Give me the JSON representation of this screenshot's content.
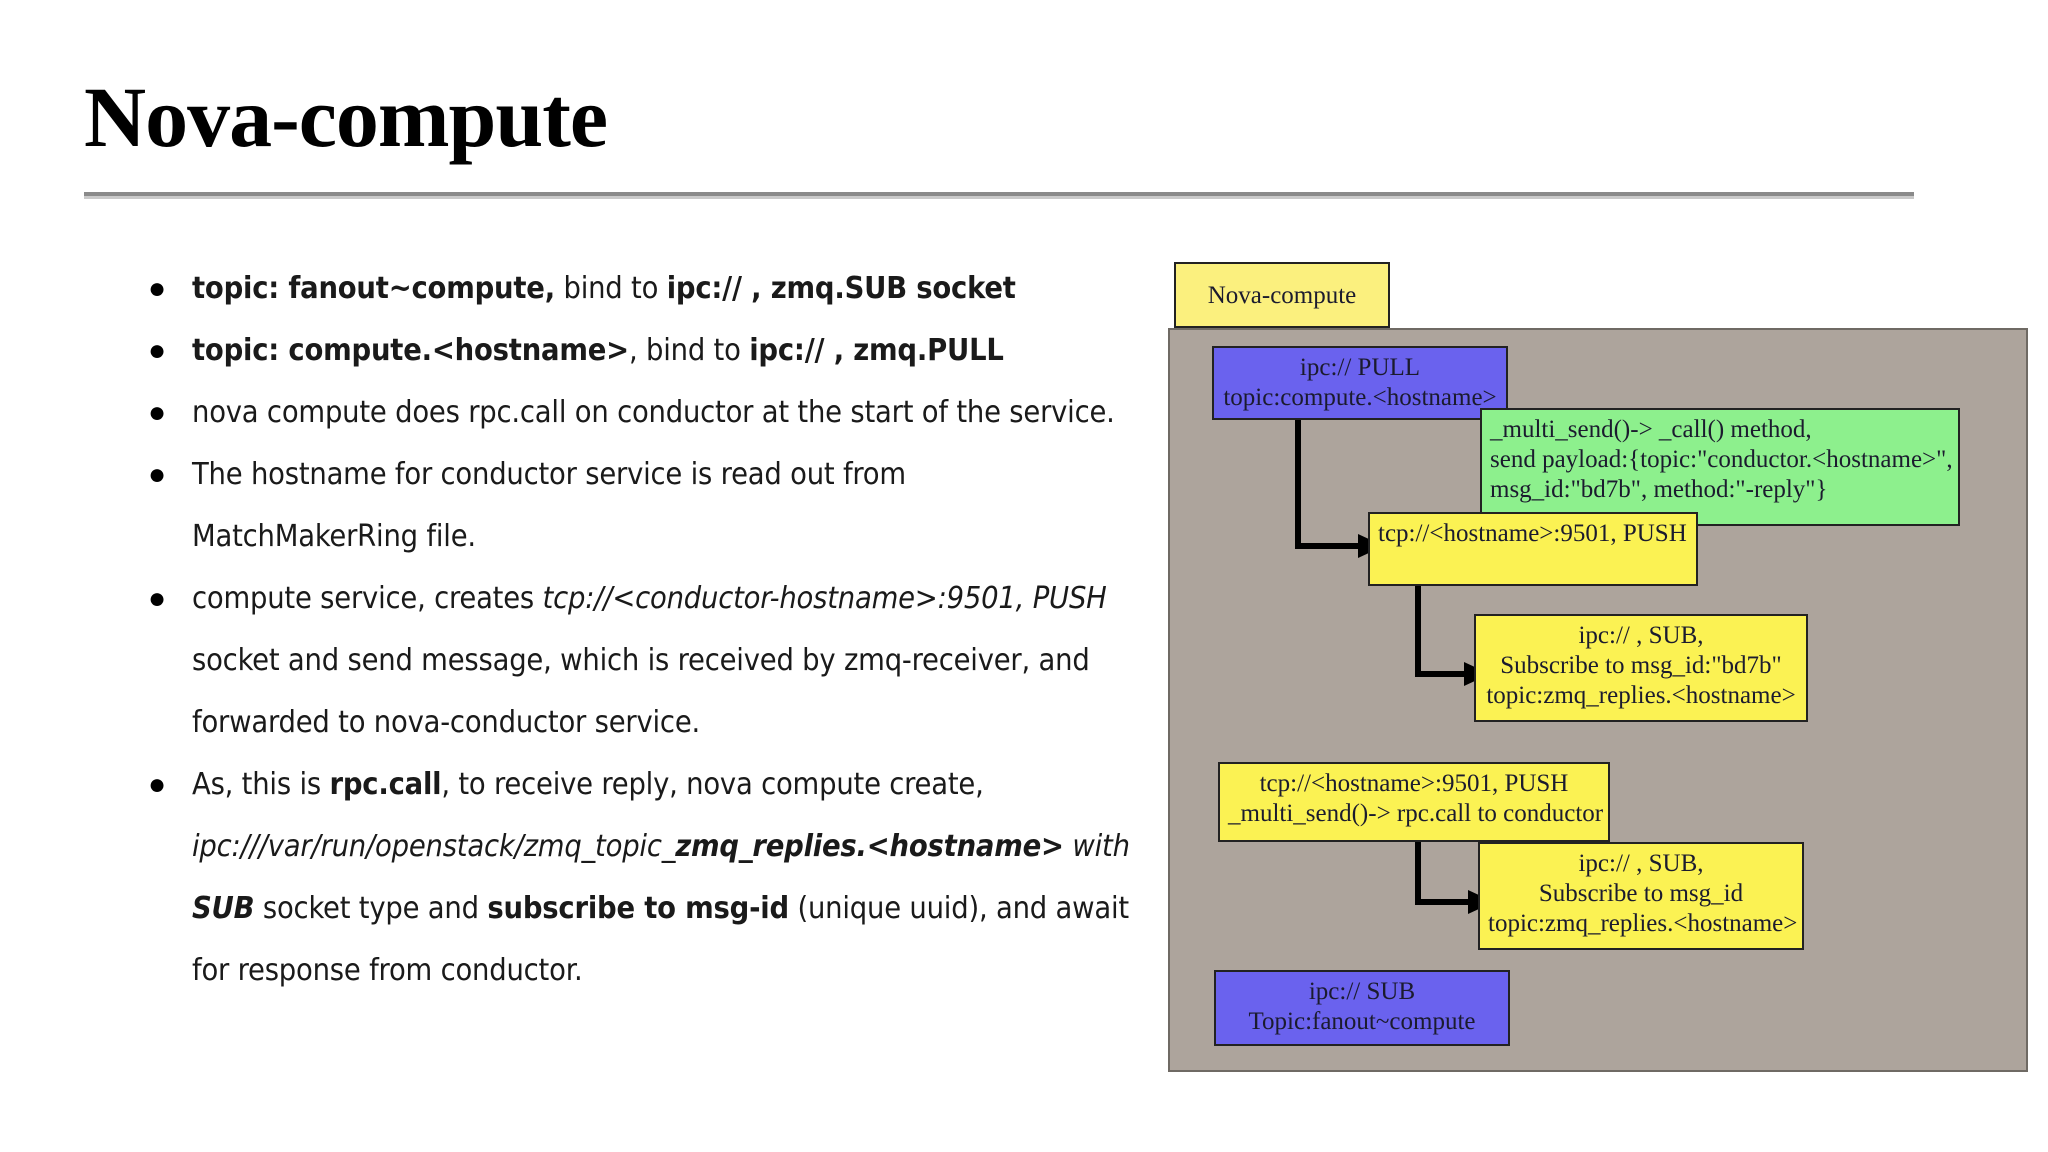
{
  "slide": {
    "title": "Nova-compute"
  },
  "bullets": [
    {
      "id": "bullet-topic-fanout",
      "segments": [
        {
          "text": "topic: fanout~compute,",
          "style": "bold"
        },
        {
          "text": " bind to ",
          "style": "normal"
        },
        {
          "text": "ipc:// , zmq.SUB socket",
          "style": "bold"
        }
      ]
    },
    {
      "id": "bullet-topic-compute",
      "segments": [
        {
          "text": "topic: compute.<hostname>",
          "style": "bold"
        },
        {
          "text": ", bind to ",
          "style": "normal"
        },
        {
          "text": "ipc:// , zmq.PULL",
          "style": "bold"
        }
      ]
    },
    {
      "id": "bullet-rpc-call-start",
      "segments": [
        {
          "text": "nova compute does rpc.call on conductor at the start of the service.",
          "style": "normal"
        }
      ]
    },
    {
      "id": "bullet-hostname-matchmaker",
      "segments": [
        {
          "text": "The hostname for conductor service is read out from MatchMakerRing file.",
          "style": "normal"
        }
      ]
    },
    {
      "id": "bullet-compute-creates-push",
      "segments": [
        {
          "text": "compute service, creates ",
          "style": "normal"
        },
        {
          "text": "tcp://<conductor-hostname>:9501,",
          "style": "italic"
        },
        {
          "text": " ",
          "style": "normal"
        },
        {
          "text": "PUSH",
          "style": "italic"
        },
        {
          "text": " socket and send message, which is received by zmq-receiver, and forwarded to nova-conductor service.",
          "style": "normal"
        }
      ]
    },
    {
      "id": "bullet-rpc-call-reply",
      "segments": [
        {
          "text": "As, this is ",
          "style": "normal"
        },
        {
          "text": "rpc.call",
          "style": "bold"
        },
        {
          "text": ", to receive reply, nova compute create, ",
          "style": "normal"
        },
        {
          "text": "ipc:///var/run/openstack/zmq_topic_",
          "style": "italic"
        },
        {
          "text": "zmq_replies.<hostname>",
          "style": "bold-italic"
        },
        {
          "text": " ",
          "style": "normal"
        },
        {
          "text": "with ",
          "style": "italic"
        },
        {
          "text": "SUB",
          "style": "bold-italic"
        },
        {
          "text": " socket type and ",
          "style": "normal"
        },
        {
          "text": "subscribe to msg-id",
          "style": "bold"
        },
        {
          "text": " (unique uuid), and await for response from conductor.",
          "style": "normal"
        }
      ]
    }
  ],
  "diagram": {
    "panel_color": "#ada49c",
    "nodes": [
      {
        "id": "node-title",
        "name": "diagram-title-box",
        "color": "#fbf07e",
        "lines": [
          "Nova-compute"
        ]
      },
      {
        "id": "node-ipc-pull",
        "name": "node-ipc-pull",
        "color": "#6a62ee",
        "lines": [
          "ipc:// PULL",
          "topic:compute.<hostname>"
        ]
      },
      {
        "id": "node-multisend",
        "name": "node-multi-send-call",
        "color": "#8df08d",
        "lines": [
          "_multi_send()-> _call() method,",
          "send payload:{topic:\"conductor.<hostname>\",",
          "msg_id:\"bd7b\", method:\"-reply\"}"
        ]
      },
      {
        "id": "node-tcp-push-1",
        "name": "node-tcp-push-upper",
        "color": "#fbf253",
        "lines": [
          "tcp://<hostname>:9501, PUSH"
        ]
      },
      {
        "id": "node-sub-bd7b",
        "name": "node-sub-subscribe-bd7b",
        "color": "#fbf253",
        "lines": [
          "ipc:// , SUB,",
          "Subscribe to msg_id:\"bd7b\"",
          "topic:zmq_replies.<hostname>"
        ]
      },
      {
        "id": "node-tcp-push-2",
        "name": "node-tcp-push-lower",
        "color": "#fbf253",
        "lines": [
          "tcp://<hostname>:9501, PUSH",
          "_multi_send()-> rpc.call to conductor"
        ]
      },
      {
        "id": "node-sub-msgid",
        "name": "node-sub-subscribe-msgid",
        "color": "#fbf253",
        "lines": [
          "ipc:// , SUB,",
          "Subscribe to msg_id",
          "topic:zmq_replies.<hostname>"
        ]
      },
      {
        "id": "node-ipc-sub",
        "name": "node-ipc-sub-fanout",
        "color": "#6a62ee",
        "lines": [
          "ipc:// SUB",
          "Topic:fanout~compute"
        ]
      }
    ]
  }
}
